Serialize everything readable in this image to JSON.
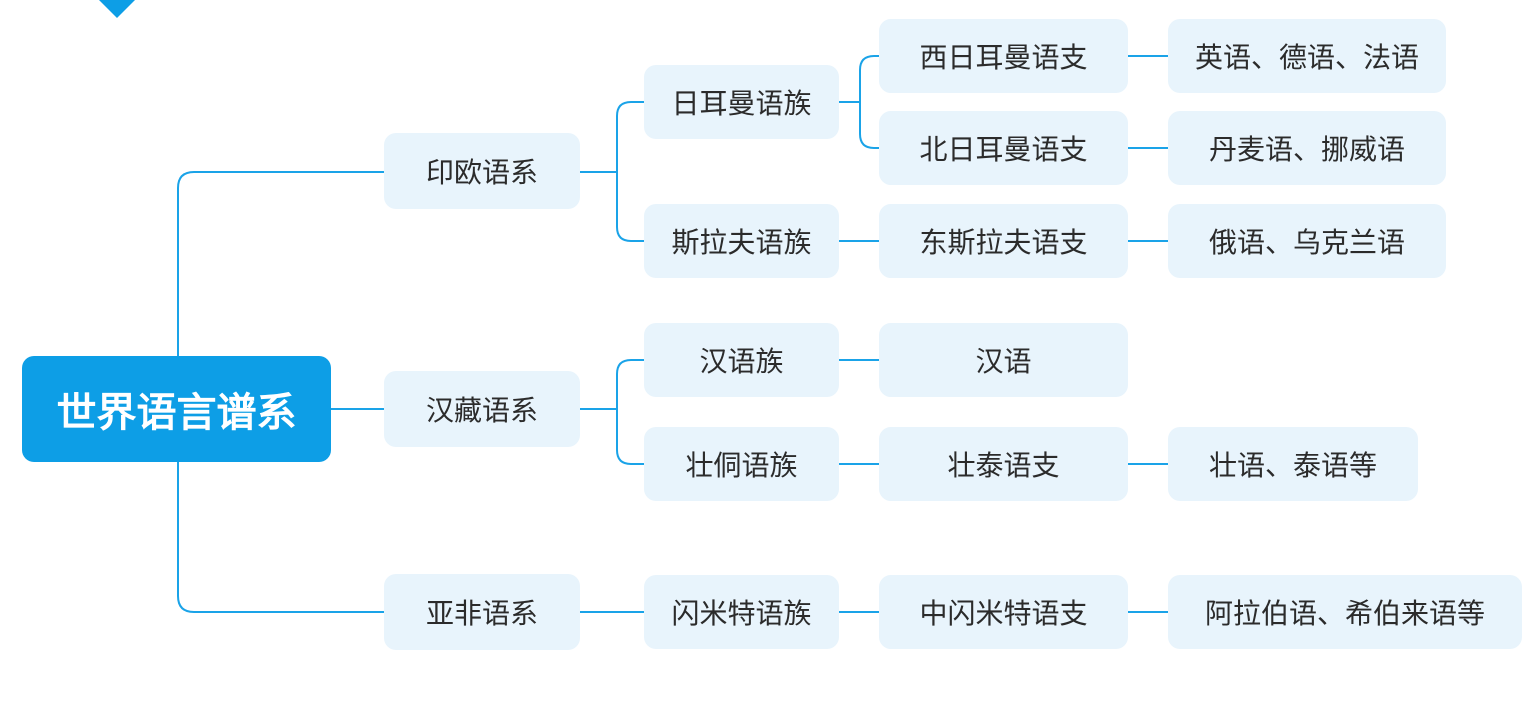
{
  "colors": {
    "accent": "#0d9ee6",
    "node_bg": "#e8f4fc",
    "line": "#1aa3e8"
  },
  "root": {
    "label": "世界语言谱系"
  },
  "families": [
    {
      "label": "印欧语系",
      "groups": [
        {
          "label": "日耳曼语族",
          "branches": [
            {
              "label": "西日耳曼语支",
              "languages": "英语、德语、法语"
            },
            {
              "label": "北日耳曼语支",
              "languages": "丹麦语、挪威语"
            }
          ]
        },
        {
          "label": "斯拉夫语族",
          "branches": [
            {
              "label": "东斯拉夫语支",
              "languages": "俄语、乌克兰语"
            }
          ]
        }
      ]
    },
    {
      "label": "汉藏语系",
      "groups": [
        {
          "label": "汉语族",
          "branches": [
            {
              "label": "汉语"
            }
          ]
        },
        {
          "label": "壮侗语族",
          "branches": [
            {
              "label": "壮泰语支",
              "languages": "壮语、泰语等"
            }
          ]
        }
      ]
    },
    {
      "label": "亚非语系",
      "groups": [
        {
          "label": "闪米特语族",
          "branches": [
            {
              "label": "中闪米特语支",
              "languages": "阿拉伯语、希伯来语等"
            }
          ]
        }
      ]
    }
  ]
}
